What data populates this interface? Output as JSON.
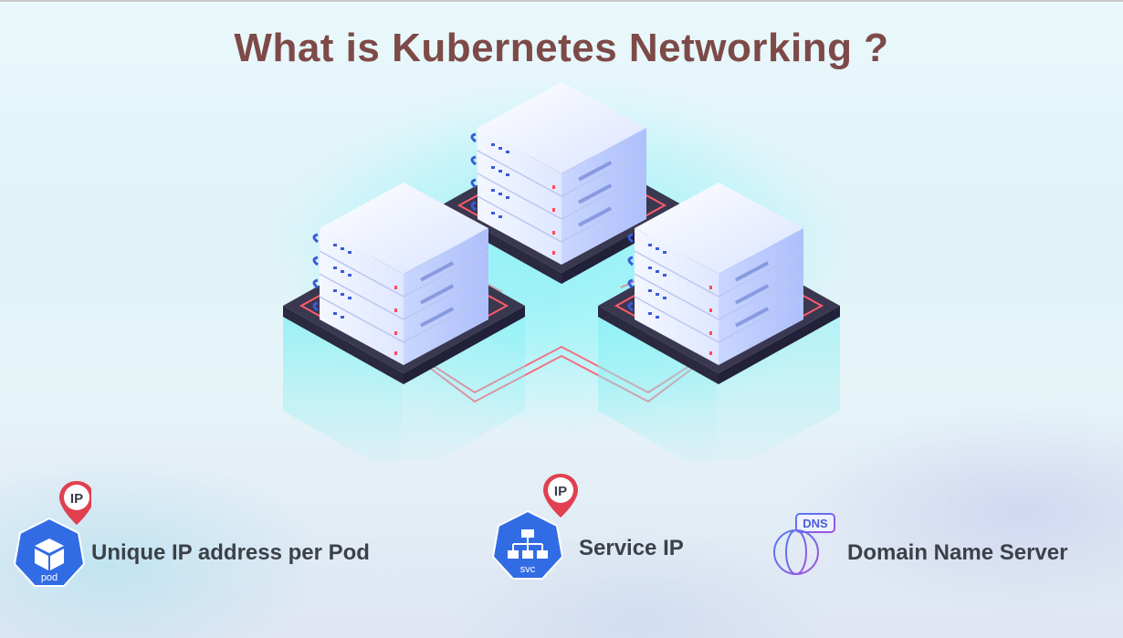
{
  "title": "What is Kubernetes Networking ?",
  "features": [
    {
      "label": "Unique IP address per Pod",
      "icon": "pod-icon",
      "badge": "IP",
      "icon_text": "pod"
    },
    {
      "label": "Service IP",
      "icon": "svc-icon",
      "badge": "IP",
      "icon_text": "svc"
    },
    {
      "label": "Domain Name Server",
      "icon": "dns-globe-icon",
      "badge": "DNS"
    }
  ],
  "colors": {
    "title": "#7d4a48",
    "label": "#3c4148",
    "k8s_blue": "#326ce5",
    "pin_red": "#e04050",
    "dns_purple": "#7a4fe0",
    "cable_red": "#ff5a6a",
    "glow_cyan": "#7fe8f0"
  }
}
